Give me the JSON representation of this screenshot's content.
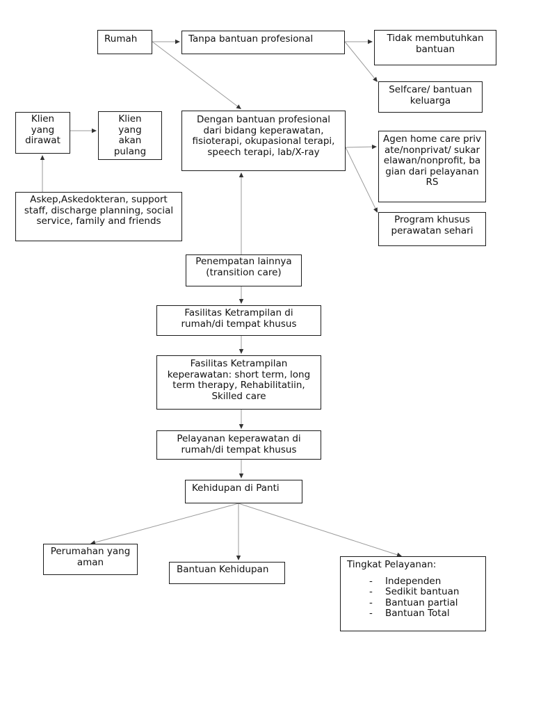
{
  "nodes": {
    "rumah": "Rumah",
    "tanpa_bantuan": "Tanpa bantuan profesional",
    "tidak_membutuhkan": "Tidak membutuhkan bantuan",
    "selfcare": "Selfcare/ bantuan keluarga",
    "dengan_bantuan": "Dengan bantuan profesional dari bidang keperawatan, fisioterapi, okupasional terapi, speech terapi, lab/X-ray",
    "klien_dirawat": "Klien yang dirawat",
    "klien_pulang": "Klien yang akan pulang",
    "agen_home_care": "Agen home care private/nonprivat/ sukarelawan/nonprofit, bagian dari pelayanan RS",
    "askep": "Askep,Askedokteran, support staff, discharge planning, social service, family and friends",
    "program_khusus": "Program khusus perawatan sehari",
    "penempatan": "Penempatan lainnya (transition care)",
    "fasilitas_rumah": "Fasilitas Ketrampilan di rumah/di tempat khusus",
    "fasilitas_keperawatan": "Fasilitas Ketrampilan keperawatan: short term, long term therapy, Rehabilitatiin, Skilled care",
    "pelayanan": "Pelayanan keperawatan di rumah/di tempat khusus",
    "kehidupan_panti": "Kehidupan di Panti",
    "perumahan": "Perumahan yang aman",
    "bantuan_kehidupan": "Bantuan Kehidupan",
    "tingkat_pelayanan": {
      "title": "Tingkat Pelayanan:",
      "items": [
        "Independen",
        "Sedikit bantuan",
        "Bantuan partial",
        "Bantuan Total"
      ]
    }
  },
  "colors": {
    "line": "#9a9a9a",
    "arrowhead": "#333333",
    "border": "#1a1a1a"
  }
}
